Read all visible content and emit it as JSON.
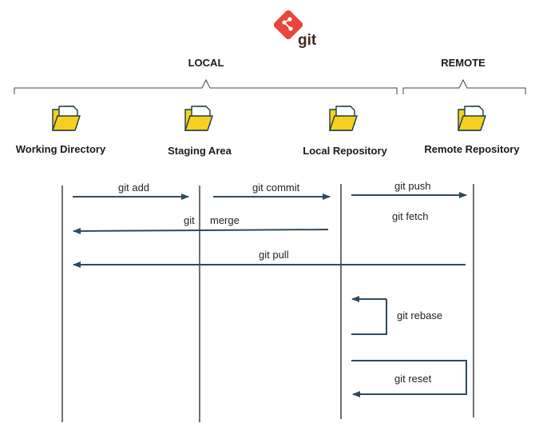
{
  "logo": {
    "text": "git",
    "color": "#e8453c"
  },
  "groups": {
    "local": "LOCAL",
    "remote": "REMOTE"
  },
  "columns": [
    {
      "label": "Working Directory",
      "icon": "folder-icon"
    },
    {
      "label": "Staging Area",
      "icon": "folder-icon"
    },
    {
      "label": "Local Repository",
      "icon": "folder-icon"
    },
    {
      "label": "Remote Repository",
      "icon": "folder-icon"
    }
  ],
  "commands": {
    "add": "git add",
    "commit": "git commit",
    "push": "git push",
    "fetch": "git fetch",
    "merge_a": "git",
    "merge_b": "merge",
    "pull": "git pull",
    "rebase": "git rebase",
    "reset": "git reset"
  },
  "colors": {
    "arrow": "#2e4a5e",
    "folder_fill": "#f5d020",
    "folder_stroke": "#1b3a4b",
    "line": "#222222",
    "brace": "#444444"
  }
}
